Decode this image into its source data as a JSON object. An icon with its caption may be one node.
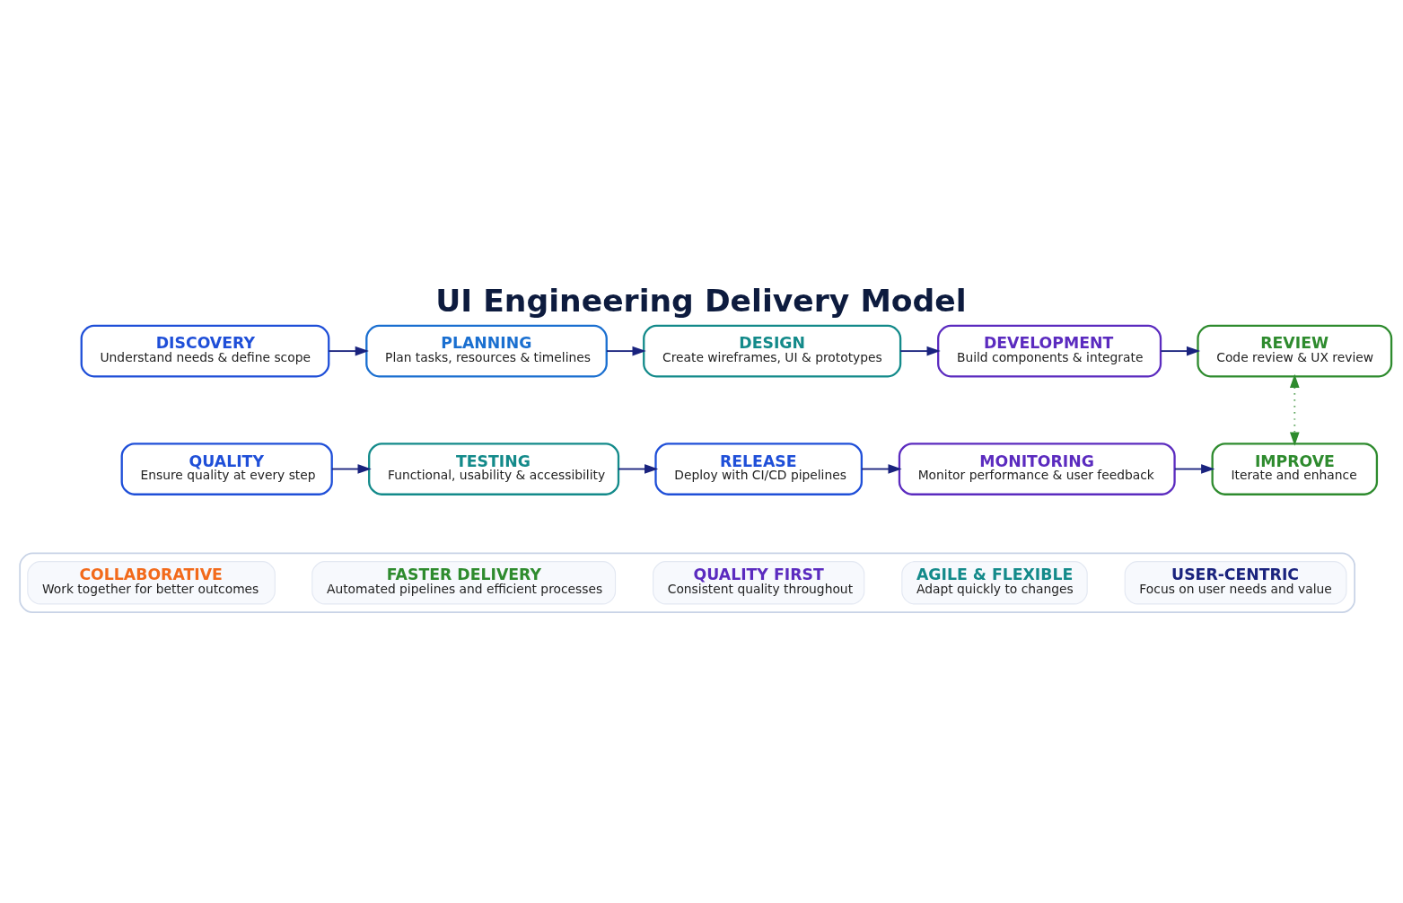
{
  "diagram": {
    "title": "UI Engineering Delivery Model",
    "nodes": [
      {
        "text": [
          "DISCOVERY",
          "Understand needs & define scope"
        ]
      },
      {
        "text": [
          "PLANNING",
          "Plan tasks, resources & timelines"
        ]
      },
      {
        "text": [
          "DESIGN",
          "Create wireframes, UI & prototypes"
        ]
      },
      {
        "text": [
          "DEVELOPMENT",
          "Build components & integrate"
        ]
      },
      {
        "text": [
          "REVIEW",
          "Code review & UX review"
        ]
      },
      {
        "text": [
          "IMPROVE",
          "Iterate and enhance"
        ]
      },
      {
        "text": [
          "MONITORING",
          "Monitor performance & user feedback"
        ]
      },
      {
        "text": [
          "RELEASE",
          "Deploy with CI/CD pipelines"
        ]
      },
      {
        "text": [
          "TESTING",
          "Functional, usability & accessibility"
        ]
      },
      {
        "text": [
          "QUALITY",
          "Ensure quality at every step"
        ]
      },
      {
        "text": [],
        "shape": "box"
      },
      {
        "text": [
          "USER-CENTRIC",
          "Focus on user needs and value"
        ],
        "in": 10
      },
      {
        "text": [
          "AGILE & FLEXIBLE",
          "Adapt quickly to changes"
        ],
        "in": 10
      },
      {
        "text": [
          "QUALITY FIRST",
          "Consistent quality throughout"
        ],
        "in": 10
      },
      {
        "text": [
          "FASTER DELIVERY",
          "Automated pipelines and efficient processes"
        ],
        "in": 10
      },
      {
        "text": [
          "COLLABORATIVE",
          "Work together for better outcomes"
        ],
        "in": 10
      }
    ],
    "edges": [
      {
        "from": 0,
        "to": 1,
        "arrow": "to"
      },
      {
        "from": 1,
        "to": 2,
        "arrow": "to"
      },
      {
        "from": 2,
        "to": 3,
        "arrow": "to"
      },
      {
        "from": 3,
        "to": 4,
        "arrow": "to"
      },
      {
        "from": 4,
        "to": 5,
        "arrow": "both",
        "style": "dashed",
        "color": "#2e8b2e"
      },
      {
        "from": 9,
        "to": 8,
        "arrow": "to"
      },
      {
        "from": 8,
        "to": 7,
        "arrow": "to"
      },
      {
        "from": 7,
        "to": 6,
        "arrow": "to"
      },
      {
        "from": 6,
        "to": 5,
        "arrow": "to"
      }
    ]
  }
}
